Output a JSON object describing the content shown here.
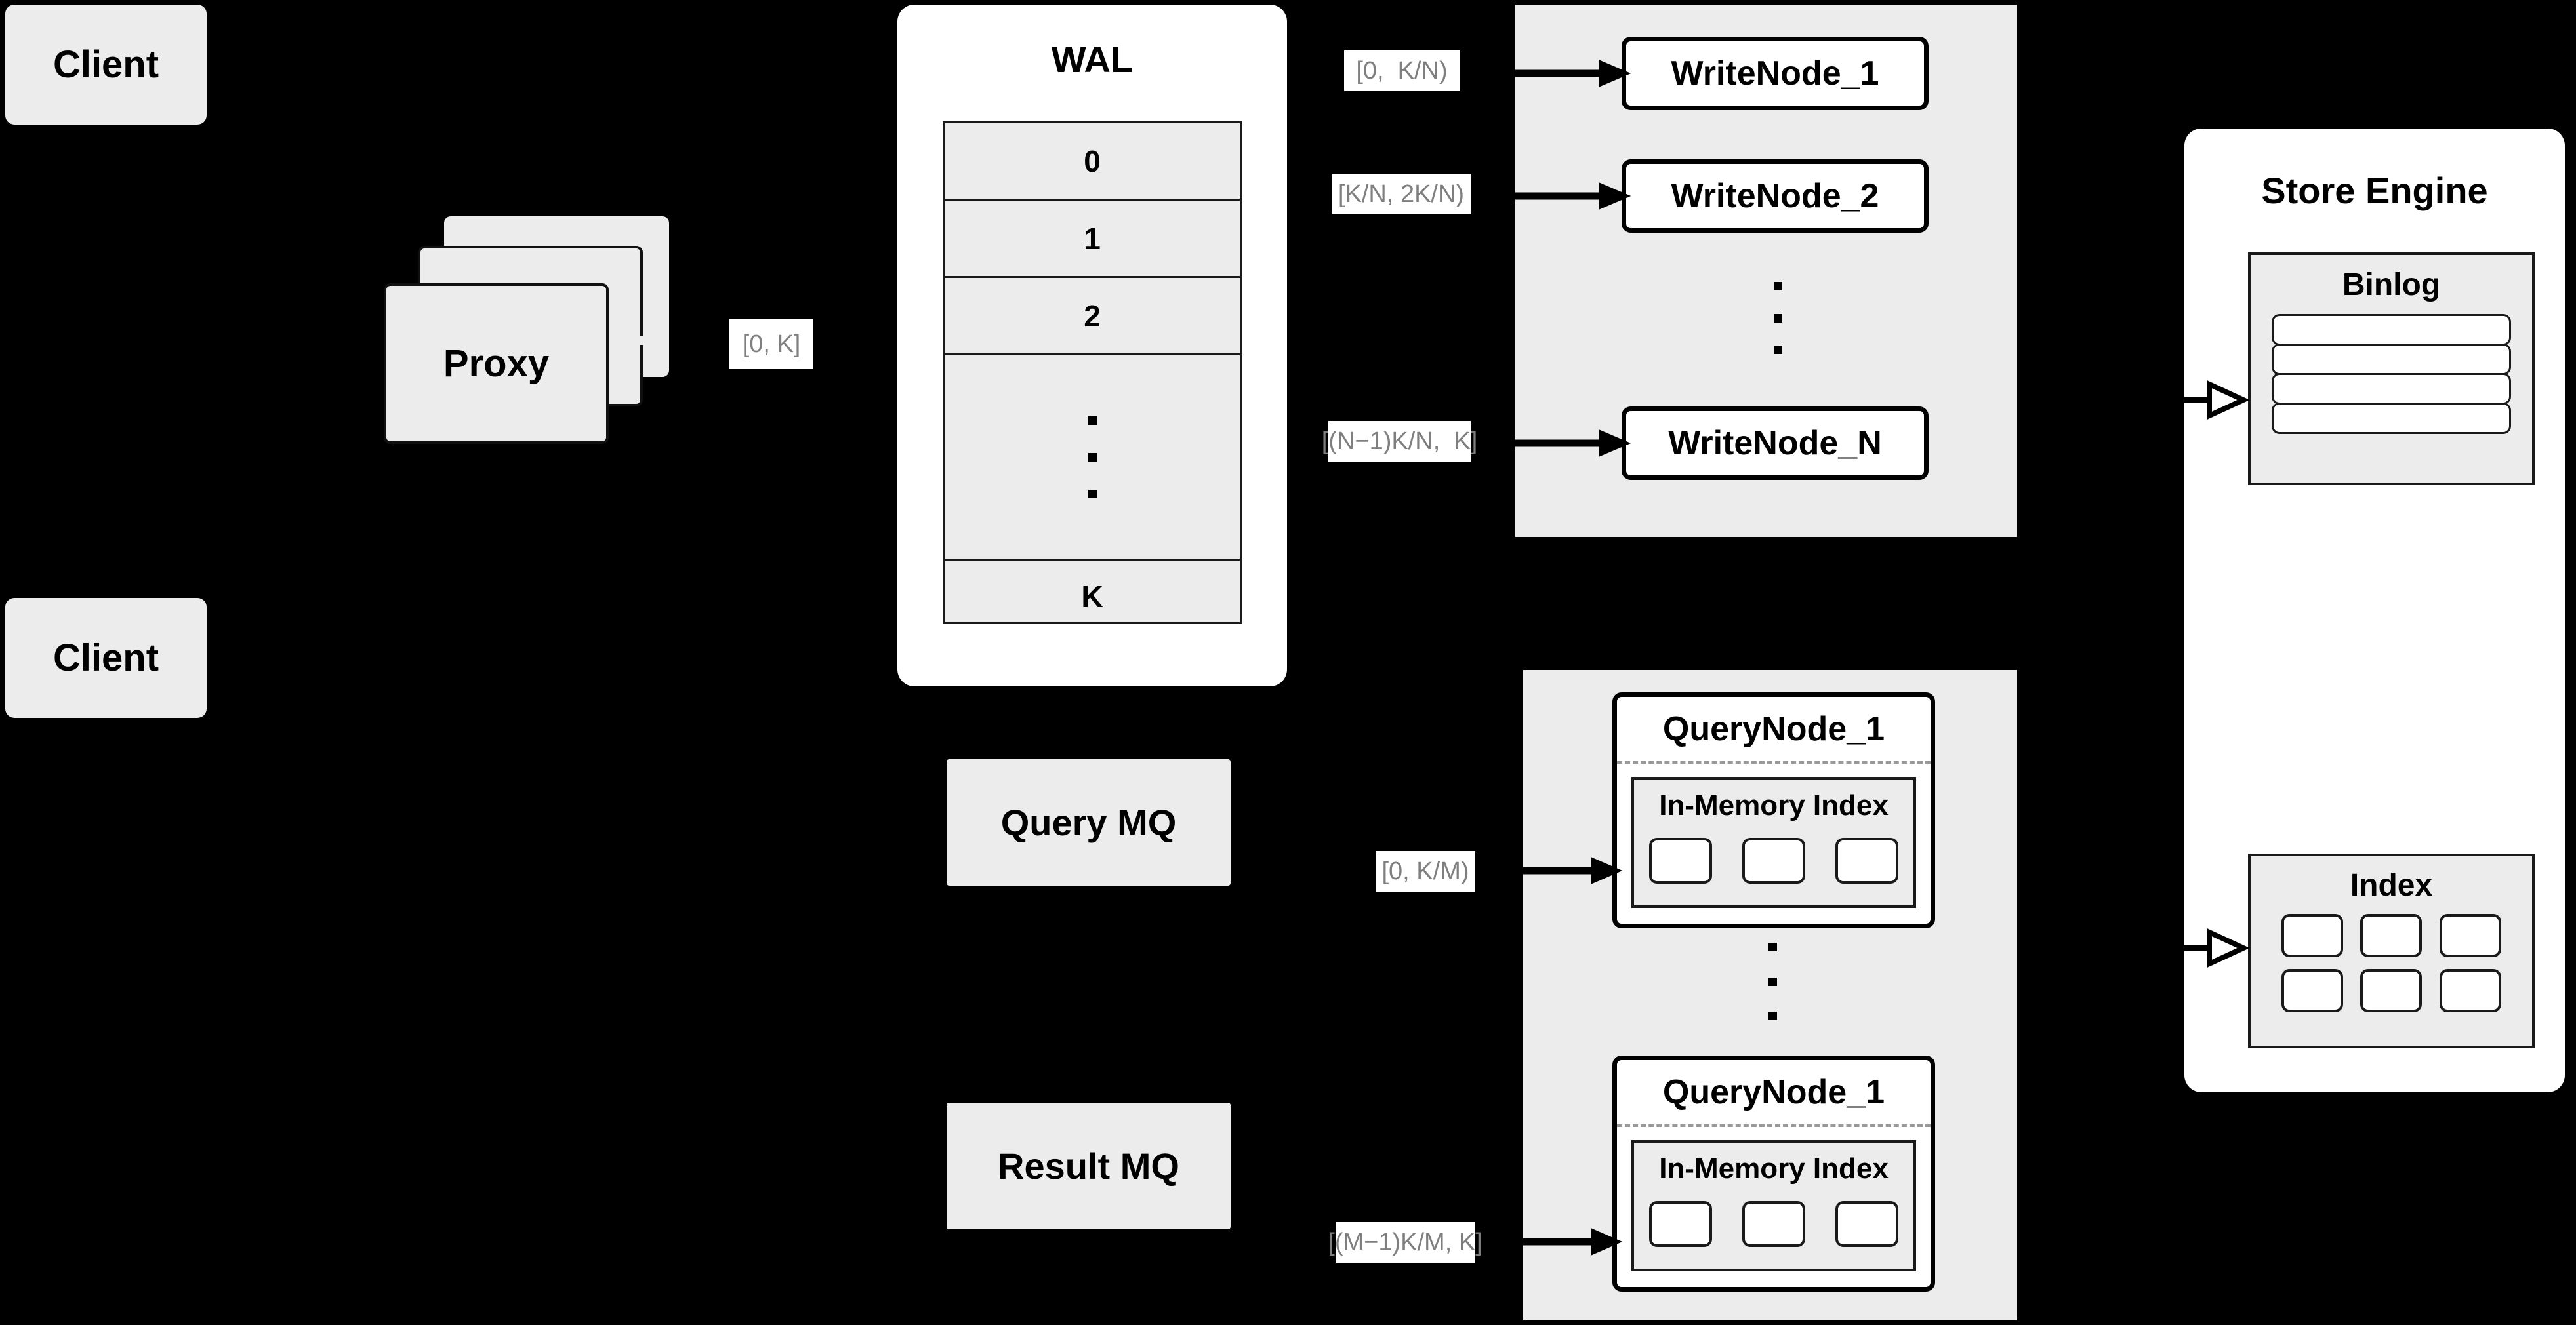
{
  "diagram": {
    "title": "Distributed write/query engine architecture",
    "background_color": "#000000",
    "surface_color": "#ececec",
    "panel_color": "#ffffff",
    "label_text_color": "#7f7f7f",
    "stroke_color": "#000000"
  },
  "clients": [
    {
      "label": "Client"
    },
    {
      "label": "Client"
    }
  ],
  "proxy": {
    "label": "Proxy",
    "stack_count": 3
  },
  "proxy_to_wal": {
    "range_label": "[0, K]"
  },
  "wal": {
    "title": "WAL",
    "rows": [
      "0",
      "1",
      "2",
      "⋮",
      "K"
    ],
    "ellipsis_row_index": 3,
    "dot_count": 3
  },
  "write_cluster": {
    "nodes": [
      {
        "label": "WriteNode_1",
        "range_label": "[0,  K/N)"
      },
      {
        "label": "WriteNode_2",
        "range_label": "[K/N, 2K/N)"
      },
      {
        "label": "WriteNode_N",
        "range_label": "[(N−1)K/N,  K]"
      }
    ],
    "ellipsis_dots": 3
  },
  "query_mq": {
    "label": "Query MQ"
  },
  "result_mq": {
    "label": "Result MQ"
  },
  "query_cluster": {
    "nodes": [
      {
        "label": "QueryNode_1",
        "range_label": "[0, K/M)",
        "inner": {
          "title": "In-Memory Index",
          "chip_count": 3
        }
      },
      {
        "label": "QueryNode_1",
        "range_label": "[(M−1)K/M, K]",
        "inner": {
          "title": "In-Memory Index",
          "chip_count": 3
        }
      }
    ],
    "ellipsis_dots": 3
  },
  "store_engine": {
    "title": "Store Engine",
    "binlog": {
      "title": "Binlog",
      "bar_count": 4
    },
    "index": {
      "title": "Index",
      "chip_count": 6,
      "columns": 3,
      "rows": 2
    }
  }
}
